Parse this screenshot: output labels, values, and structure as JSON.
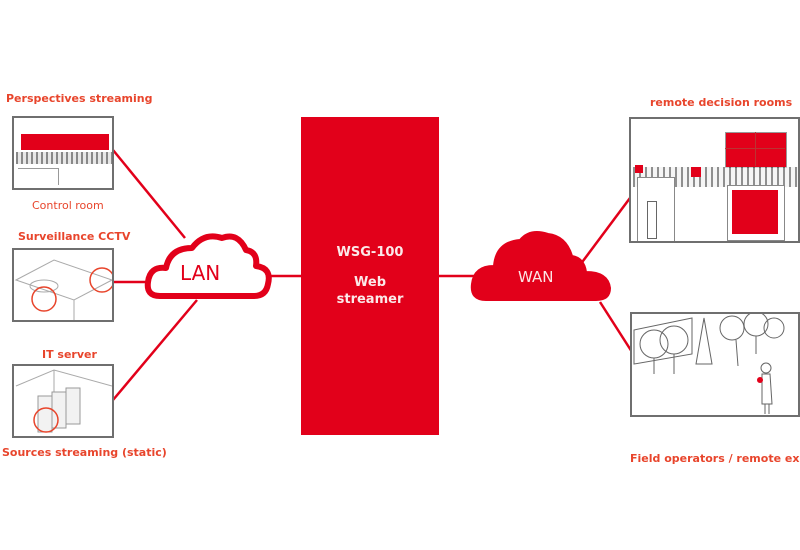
{
  "colors": {
    "accent": "#e2001a",
    "label": "#e8452c",
    "frame": "#6f6f6f",
    "background": "#ffffff"
  },
  "left": {
    "perspectives_label": "Perspectives streaming",
    "control_room_label": "Control room",
    "surveillance_label": "Surveillance CCTV",
    "it_server_label": "IT server",
    "sources_label": "Sources streaming (static)"
  },
  "center": {
    "lan_label": "LAN",
    "device_model": "WSG-100",
    "device_name": "Web streamer",
    "wan_label": "WAN"
  },
  "right": {
    "decision_rooms_label": "remote decision rooms",
    "field_label": "Field operators / remote experts"
  }
}
